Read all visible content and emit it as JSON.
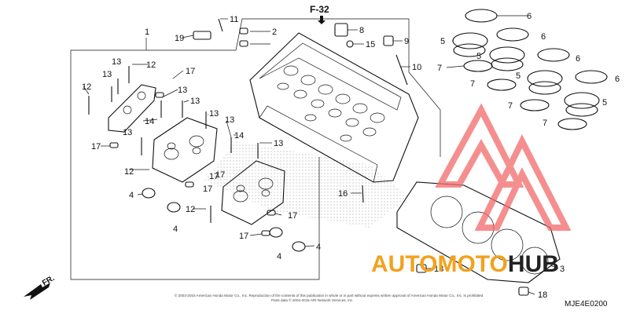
{
  "diagram": {
    "reference": "F-32",
    "direction_label": "FR.",
    "code": "MJE4E0200",
    "copyright": [
      "© 2003-2015 American Honda Motor Co., Inc. Reproduction of the contents of this publication in whole or in part without express written approval of American Honda Motor Co., Inc. is prohibited",
      "Parts data © 2004-2015 ARI Network Services, Inc."
    ],
    "watermark": {
      "text": "AUTOMOTOHUB",
      "part1": "AUTOMOTO",
      "part2": "HUB",
      "color_main": "#f2a21e",
      "color_dark": "#222222",
      "logo_color": "#f26a6a"
    },
    "callouts": [
      "1",
      "2",
      "3",
      "4",
      "5",
      "6",
      "7",
      "8",
      "9",
      "10",
      "11",
      "12",
      "13",
      "14",
      "15",
      "16",
      "17",
      "18",
      "19"
    ]
  }
}
